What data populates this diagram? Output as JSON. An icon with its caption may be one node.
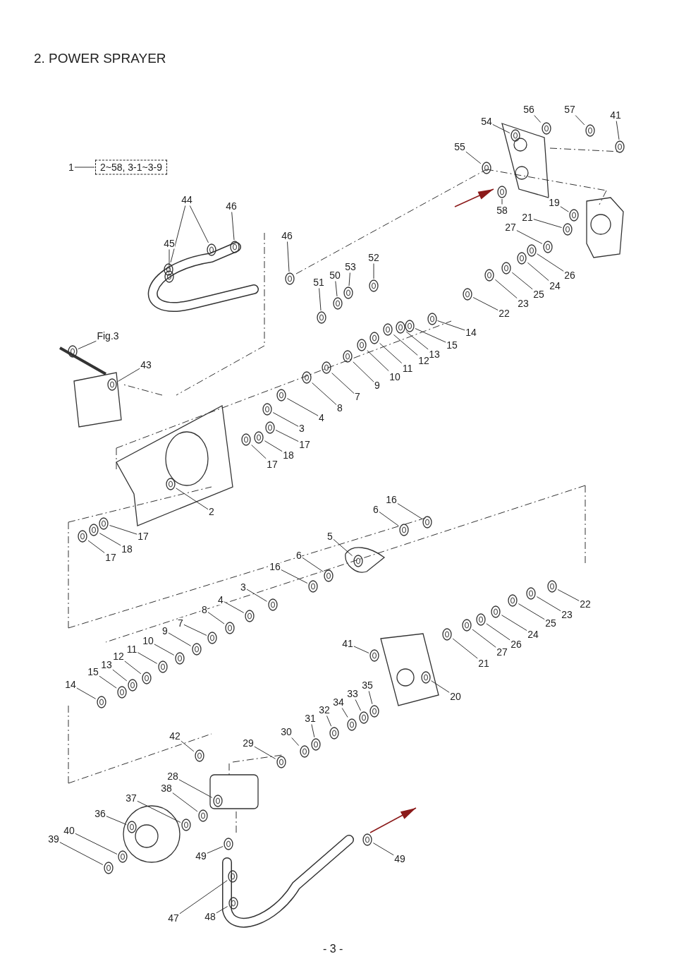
{
  "diagram": {
    "title": "2. POWER SPRAYER",
    "nodes": [
      {
        "text": [
          "1"
        ]
      },
      {
        "text": [
          "2~58, 3-1~3-9"
        ]
      },
      {
        "text": [
          "56"
        ]
      },
      {
        "text": [
          "57"
        ]
      },
      {
        "text": [
          "41"
        ]
      },
      {
        "text": [
          "54"
        ]
      },
      {
        "text": [
          "55"
        ]
      },
      {
        "text": [
          "58"
        ]
      },
      {
        "text": [
          "19"
        ]
      },
      {
        "text": [
          "21"
        ]
      },
      {
        "text": [
          "27"
        ]
      },
      {
        "text": [
          "44"
        ]
      },
      {
        "text": [
          "46"
        ]
      },
      {
        "text": [
          "45"
        ]
      },
      {
        "text": [
          "46"
        ]
      },
      {
        "text": [
          "52"
        ]
      },
      {
        "text": [
          "53"
        ]
      },
      {
        "text": [
          "50"
        ]
      },
      {
        "text": [
          "51"
        ]
      },
      {
        "text": [
          "26"
        ]
      },
      {
        "text": [
          "24"
        ]
      },
      {
        "text": [
          "25"
        ]
      },
      {
        "text": [
          "23"
        ]
      },
      {
        "text": [
          "22"
        ]
      },
      {
        "text": [
          "14"
        ]
      },
      {
        "text": [
          "Fig.3"
        ]
      },
      {
        "text": [
          "15"
        ]
      },
      {
        "text": [
          "13"
        ]
      },
      {
        "text": [
          "12"
        ]
      },
      {
        "text": [
          "11"
        ]
      },
      {
        "text": [
          "43"
        ]
      },
      {
        "text": [
          "10"
        ]
      },
      {
        "text": [
          "9"
        ]
      },
      {
        "text": [
          "7"
        ]
      },
      {
        "text": [
          "8"
        ]
      },
      {
        "text": [
          "4"
        ]
      },
      {
        "text": [
          "3"
        ]
      },
      {
        "text": [
          "17"
        ]
      },
      {
        "text": [
          "18"
        ]
      },
      {
        "text": [
          "17"
        ]
      },
      {
        "text": [
          "16"
        ]
      },
      {
        "text": [
          "6"
        ]
      },
      {
        "text": [
          "2"
        ]
      },
      {
        "text": [
          "17"
        ]
      },
      {
        "text": [
          "5"
        ]
      },
      {
        "text": [
          "18"
        ]
      },
      {
        "text": [
          "6"
        ]
      },
      {
        "text": [
          "17"
        ]
      },
      {
        "text": [
          "16"
        ]
      },
      {
        "text": [
          "3"
        ]
      },
      {
        "text": [
          "22"
        ]
      },
      {
        "text": [
          "4"
        ]
      },
      {
        "text": [
          "8"
        ]
      },
      {
        "text": [
          "23"
        ]
      },
      {
        "text": [
          "7"
        ]
      },
      {
        "text": [
          "25"
        ]
      },
      {
        "text": [
          "9"
        ]
      },
      {
        "text": [
          "24"
        ]
      },
      {
        "text": [
          "10"
        ]
      },
      {
        "text": [
          "41"
        ]
      },
      {
        "text": [
          "26"
        ]
      },
      {
        "text": [
          "11"
        ]
      },
      {
        "text": [
          "27"
        ]
      },
      {
        "text": [
          "12"
        ]
      },
      {
        "text": [
          "21"
        ]
      },
      {
        "text": [
          "13"
        ]
      },
      {
        "text": [
          "15"
        ]
      },
      {
        "text": [
          "14"
        ]
      },
      {
        "text": [
          "35"
        ]
      },
      {
        "text": [
          "33"
        ]
      },
      {
        "text": [
          "20"
        ]
      },
      {
        "text": [
          "34"
        ]
      },
      {
        "text": [
          "32"
        ]
      },
      {
        "text": [
          "31"
        ]
      },
      {
        "text": [
          "30"
        ]
      },
      {
        "text": [
          "42"
        ]
      },
      {
        "text": [
          "29"
        ]
      },
      {
        "text": [
          "28"
        ]
      },
      {
        "text": [
          "38"
        ]
      },
      {
        "text": [
          "37"
        ]
      },
      {
        "text": [
          "36"
        ]
      },
      {
        "text": [
          "40"
        ]
      },
      {
        "text": [
          "39"
        ]
      },
      {
        "text": [
          "49"
        ]
      },
      {
        "text": [
          "49"
        ]
      },
      {
        "text": [
          "47"
        ]
      },
      {
        "text": [
          "48"
        ]
      },
      {
        "text": [],
        "shape": "picture"
      },
      {
        "text": [],
        "shape": "picture"
      },
      {
        "text": [],
        "shape": "picture"
      },
      {
        "text": [],
        "shape": "picture"
      },
      {
        "text": [],
        "shape": "picture"
      },
      {
        "text": [],
        "shape": "picture"
      },
      {
        "text": [],
        "shape": "picture"
      },
      {
        "text": [],
        "shape": "picture"
      },
      {
        "text": [],
        "shape": "picture"
      },
      {
        "text": [],
        "shape": "picture"
      },
      {
        "text": [],
        "shape": "picture"
      },
      {
        "text": [],
        "shape": "picture"
      },
      {
        "text": [],
        "shape": "picture"
      },
      {
        "text": [],
        "shape": "picture"
      },
      {
        "text": [],
        "shape": "picture"
      },
      {
        "text": [],
        "shape": "picture"
      },
      {
        "text": [],
        "shape": "picture"
      },
      {
        "text": [],
        "shape": "picture"
      },
      {
        "text": [],
        "shape": "picture"
      },
      {
        "text": [],
        "shape": "picture"
      },
      {
        "text": [],
        "shape": "picture"
      },
      {
        "text": [],
        "shape": "picture"
      },
      {
        "text": [],
        "shape": "picture"
      },
      {
        "text": [],
        "shape": "picture"
      },
      {
        "text": [],
        "shape": "picture"
      },
      {
        "text": [],
        "shape": "picture"
      },
      {
        "text": [],
        "shape": "picture"
      },
      {
        "text": [],
        "shape": "picture"
      },
      {
        "text": [],
        "shape": "picture"
      },
      {
        "text": [],
        "shape": "picture"
      },
      {
        "text": [],
        "shape": "picture"
      },
      {
        "text": [],
        "shape": "picture"
      },
      {
        "text": [],
        "shape": "picture"
      },
      {
        "text": [],
        "shape": "picture"
      },
      {
        "text": [],
        "shape": "picture"
      },
      {
        "text": [],
        "shape": "picture"
      },
      {
        "text": [],
        "shape": "picture"
      },
      {
        "text": [],
        "shape": "picture"
      },
      {
        "text": [],
        "shape": "picture"
      },
      {
        "text": [],
        "shape": "picture"
      },
      {
        "text": [],
        "shape": "picture"
      },
      {
        "text": [],
        "shape": "picture"
      },
      {
        "text": [],
        "shape": "picture"
      },
      {
        "text": [],
        "shape": "picture"
      },
      {
        "text": [],
        "shape": "picture"
      },
      {
        "text": [],
        "shape": "picture"
      },
      {
        "text": [],
        "shape": "picture"
      },
      {
        "text": [],
        "shape": "picture"
      },
      {
        "text": [],
        "shape": "picture"
      },
      {
        "text": [],
        "shape": "picture"
      },
      {
        "text": [],
        "shape": "picture"
      },
      {
        "text": [],
        "shape": "picture"
      },
      {
        "text": [],
        "shape": "picture"
      },
      {
        "text": [],
        "shape": "picture"
      },
      {
        "text": [],
        "shape": "picture"
      },
      {
        "text": [],
        "shape": "picture"
      },
      {
        "text": [],
        "shape": "picture"
      },
      {
        "text": [],
        "shape": "picture"
      },
      {
        "text": [],
        "shape": "picture"
      },
      {
        "text": [],
        "shape": "picture"
      },
      {
        "text": [],
        "shape": "picture"
      },
      {
        "text": [],
        "shape": "picture"
      },
      {
        "text": [],
        "shape": "picture"
      },
      {
        "text": [],
        "shape": "picture"
      },
      {
        "text": [],
        "shape": "picture"
      },
      {
        "text": [],
        "shape": "picture"
      },
      {
        "text": [],
        "shape": "picture"
      },
      {
        "text": [],
        "shape": "picture"
      },
      {
        "text": [],
        "shape": "picture"
      },
      {
        "text": [],
        "shape": "picture"
      },
      {
        "text": [],
        "shape": "picture"
      },
      {
        "text": [],
        "shape": "picture"
      },
      {
        "text": [],
        "shape": "picture"
      },
      {
        "text": [],
        "shape": "picture"
      },
      {
        "text": [],
        "shape": "picture"
      },
      {
        "text": [],
        "shape": "picture"
      },
      {
        "text": [],
        "shape": "picture"
      },
      {
        "text": [],
        "shape": "picture"
      },
      {
        "text": [],
        "shape": "picture"
      },
      {
        "text": [],
        "shape": "picture"
      },
      {
        "text": [],
        "shape": "picture"
      },
      {
        "text": [],
        "shape": "picture"
      },
      {
        "text": [],
        "shape": "picture"
      },
      {
        "text": [],
        "shape": "picture"
      },
      {
        "text": [],
        "shape": "picture"
      },
      {
        "text": [],
        "shape": "picture"
      }
    ],
    "edges": [
      {
        "from": 0,
        "to": 1,
        "arrow": "none"
      },
      {
        "from": 2,
        "to": 87,
        "arrow": "none"
      },
      {
        "from": 3,
        "to": 88,
        "arrow": "none"
      },
      {
        "from": 4,
        "to": 89,
        "arrow": "none"
      },
      {
        "from": 5,
        "to": 90,
        "arrow": "none"
      },
      {
        "from": 6,
        "to": 91,
        "arrow": "none"
      },
      {
        "from": 7,
        "to": 92,
        "arrow": "none"
      },
      {
        "from": 8,
        "to": 93,
        "arrow": "none"
      },
      {
        "from": 9,
        "to": 94,
        "arrow": "none"
      },
      {
        "from": 10,
        "to": 95,
        "arrow": "none"
      },
      {
        "from": 11,
        "to": 96,
        "arrow": "none"
      },
      {
        "from": 11,
        "to": 97,
        "arrow": "none"
      },
      {
        "from": 12,
        "to": 98,
        "arrow": "none"
      },
      {
        "from": 13,
        "to": 99,
        "arrow": "none"
      },
      {
        "from": 14,
        "to": 100,
        "arrow": "none"
      },
      {
        "from": 15,
        "to": 101,
        "arrow": "none"
      },
      {
        "from": 16,
        "to": 102,
        "arrow": "none"
      },
      {
        "from": 17,
        "to": 103,
        "arrow": "none"
      },
      {
        "from": 18,
        "to": 104,
        "arrow": "none"
      },
      {
        "from": 19,
        "to": 105,
        "arrow": "none"
      },
      {
        "from": 20,
        "to": 106,
        "arrow": "none"
      },
      {
        "from": 21,
        "to": 107,
        "arrow": "none"
      },
      {
        "from": 22,
        "to": 108,
        "arrow": "none"
      },
      {
        "from": 23,
        "to": 109,
        "arrow": "none"
      },
      {
        "from": 24,
        "to": 110,
        "arrow": "none"
      },
      {
        "from": 25,
        "to": 111,
        "arrow": "none"
      },
      {
        "from": 26,
        "to": 112,
        "arrow": "none"
      },
      {
        "from": 27,
        "to": 113,
        "arrow": "none"
      },
      {
        "from": 28,
        "to": 114,
        "arrow": "none"
      },
      {
        "from": 29,
        "to": 115,
        "arrow": "none"
      },
      {
        "from": 30,
        "to": 116,
        "arrow": "none"
      },
      {
        "from": 31,
        "to": 117,
        "arrow": "none"
      },
      {
        "from": 32,
        "to": 118,
        "arrow": "none"
      },
      {
        "from": 33,
        "to": 119,
        "arrow": "none"
      },
      {
        "from": 34,
        "to": 120,
        "arrow": "none"
      },
      {
        "from": 35,
        "to": 121,
        "arrow": "none"
      },
      {
        "from": 36,
        "to": 122,
        "arrow": "none"
      },
      {
        "from": 37,
        "to": 123,
        "arrow": "none"
      },
      {
        "from": 38,
        "to": 124,
        "arrow": "none"
      },
      {
        "from": 39,
        "to": 125,
        "arrow": "none"
      },
      {
        "from": 40,
        "to": 126,
        "arrow": "none"
      },
      {
        "from": 41,
        "to": 127,
        "arrow": "none"
      },
      {
        "from": 42,
        "to": 128,
        "arrow": "none"
      },
      {
        "from": 43,
        "to": 129,
        "arrow": "none"
      },
      {
        "from": 44,
        "to": 130,
        "arrow": "none"
      },
      {
        "from": 45,
        "to": 131,
        "arrow": "none"
      },
      {
        "from": 46,
        "to": 132,
        "arrow": "none"
      },
      {
        "from": 47,
        "to": 133,
        "arrow": "none"
      },
      {
        "from": 48,
        "to": 134,
        "arrow": "none"
      },
      {
        "from": 49,
        "to": 135,
        "arrow": "none"
      },
      {
        "from": 50,
        "to": 136,
        "arrow": "none"
      },
      {
        "from": 51,
        "to": 137,
        "arrow": "none"
      },
      {
        "from": 52,
        "to": 138,
        "arrow": "none"
      },
      {
        "from": 53,
        "to": 139,
        "arrow": "none"
      },
      {
        "from": 54,
        "to": 140,
        "arrow": "none"
      },
      {
        "from": 55,
        "to": 141,
        "arrow": "none"
      },
      {
        "from": 56,
        "to": 142,
        "arrow": "none"
      },
      {
        "from": 57,
        "to": 143,
        "arrow": "none"
      },
      {
        "from": 58,
        "to": 144,
        "arrow": "none"
      },
      {
        "from": 59,
        "to": 145,
        "arrow": "none"
      },
      {
        "from": 60,
        "to": 146,
        "arrow": "none"
      },
      {
        "from": 61,
        "to": 147,
        "arrow": "none"
      },
      {
        "from": 62,
        "to": 148,
        "arrow": "none"
      },
      {
        "from": 63,
        "to": 149,
        "arrow": "none"
      },
      {
        "from": 64,
        "to": 150,
        "arrow": "none"
      },
      {
        "from": 65,
        "to": 151,
        "arrow": "none"
      },
      {
        "from": 66,
        "to": 152,
        "arrow": "none"
      },
      {
        "from": 67,
        "to": 153,
        "arrow": "none"
      },
      {
        "from": 68,
        "to": 154,
        "arrow": "none"
      },
      {
        "from": 69,
        "to": 155,
        "arrow": "none"
      },
      {
        "from": 70,
        "to": 156,
        "arrow": "none"
      },
      {
        "from": 71,
        "to": 157,
        "arrow": "none"
      },
      {
        "from": 72,
        "to": 158,
        "arrow": "none"
      },
      {
        "from": 73,
        "to": 159,
        "arrow": "none"
      },
      {
        "from": 74,
        "to": 160,
        "arrow": "none"
      },
      {
        "from": 75,
        "to": 161,
        "arrow": "none"
      },
      {
        "from": 76,
        "to": 162,
        "arrow": "none"
      },
      {
        "from": 77,
        "to": 163,
        "arrow": "none"
      },
      {
        "from": 78,
        "to": 164,
        "arrow": "none"
      },
      {
        "from": 79,
        "to": 165,
        "arrow": "none"
      },
      {
        "from": 80,
        "to": 166,
        "arrow": "none"
      },
      {
        "from": 81,
        "to": 167,
        "arrow": "none"
      },
      {
        "from": 82,
        "to": 168,
        "arrow": "none"
      },
      {
        "from": 83,
        "to": 169,
        "arrow": "none"
      },
      {
        "from": 84,
        "to": 170,
        "arrow": "none"
      },
      {
        "from": 85,
        "to": 171,
        "arrow": "none"
      },
      {
        "from": 86,
        "to": 172,
        "arrow": "none"
      }
    ],
    "labels": [
      "- 3 -"
    ]
  }
}
